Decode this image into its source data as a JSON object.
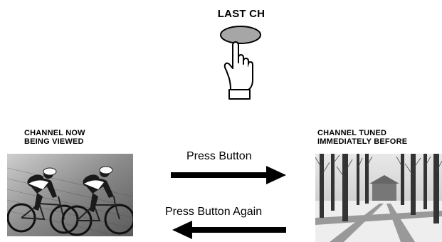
{
  "button": {
    "label": "LAST CH",
    "icon": "remote-button-press-icon",
    "button_fill": "#a6a6a6"
  },
  "current_channel": {
    "caption_line1": "CHANNEL NOW",
    "caption_line2": "BEING VIEWED",
    "image": "cyclists-photo"
  },
  "previous_channel": {
    "caption_line1": "CHANNEL TUNED",
    "caption_line2": "IMMEDIATELY BEFORE",
    "image": "snowy-forest-photo"
  },
  "arrows": {
    "forward_label": "Press Button",
    "back_label": "Press Button Again"
  }
}
